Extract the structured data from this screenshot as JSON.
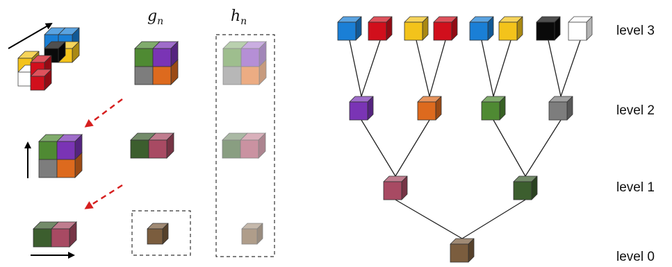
{
  "colors": {
    "blue": "#1a7fd6",
    "red": "#d10f1c",
    "yellow": "#f3c31b",
    "black": "#0a0a0a",
    "white": "#ffffff",
    "purple": "#7a34b5",
    "orange": "#dd6a1e",
    "green": "#4f8a33",
    "gray": "#7d7d7d",
    "maroon": "#a84a63",
    "darkgreen": "#3c5e2e",
    "brown": "#7b5d3e",
    "arrow_red": "#d61f1f"
  },
  "left": {
    "g_label": {
      "base": "g",
      "sub": "n"
    },
    "h_label": {
      "base": "h",
      "sub": "n"
    }
  },
  "tree": {
    "levels": [
      {
        "label": "level  3",
        "nodes": [
          "blue",
          "red",
          "yellow",
          "red",
          "blue",
          "yellow",
          "black",
          "white"
        ]
      },
      {
        "label": "level  2",
        "nodes": [
          "purple",
          "orange",
          "green",
          "gray"
        ]
      },
      {
        "label": "level  1",
        "nodes": [
          "maroon",
          "darkgreen"
        ]
      },
      {
        "label": "level  0",
        "nodes": [
          "brown"
        ]
      }
    ]
  }
}
